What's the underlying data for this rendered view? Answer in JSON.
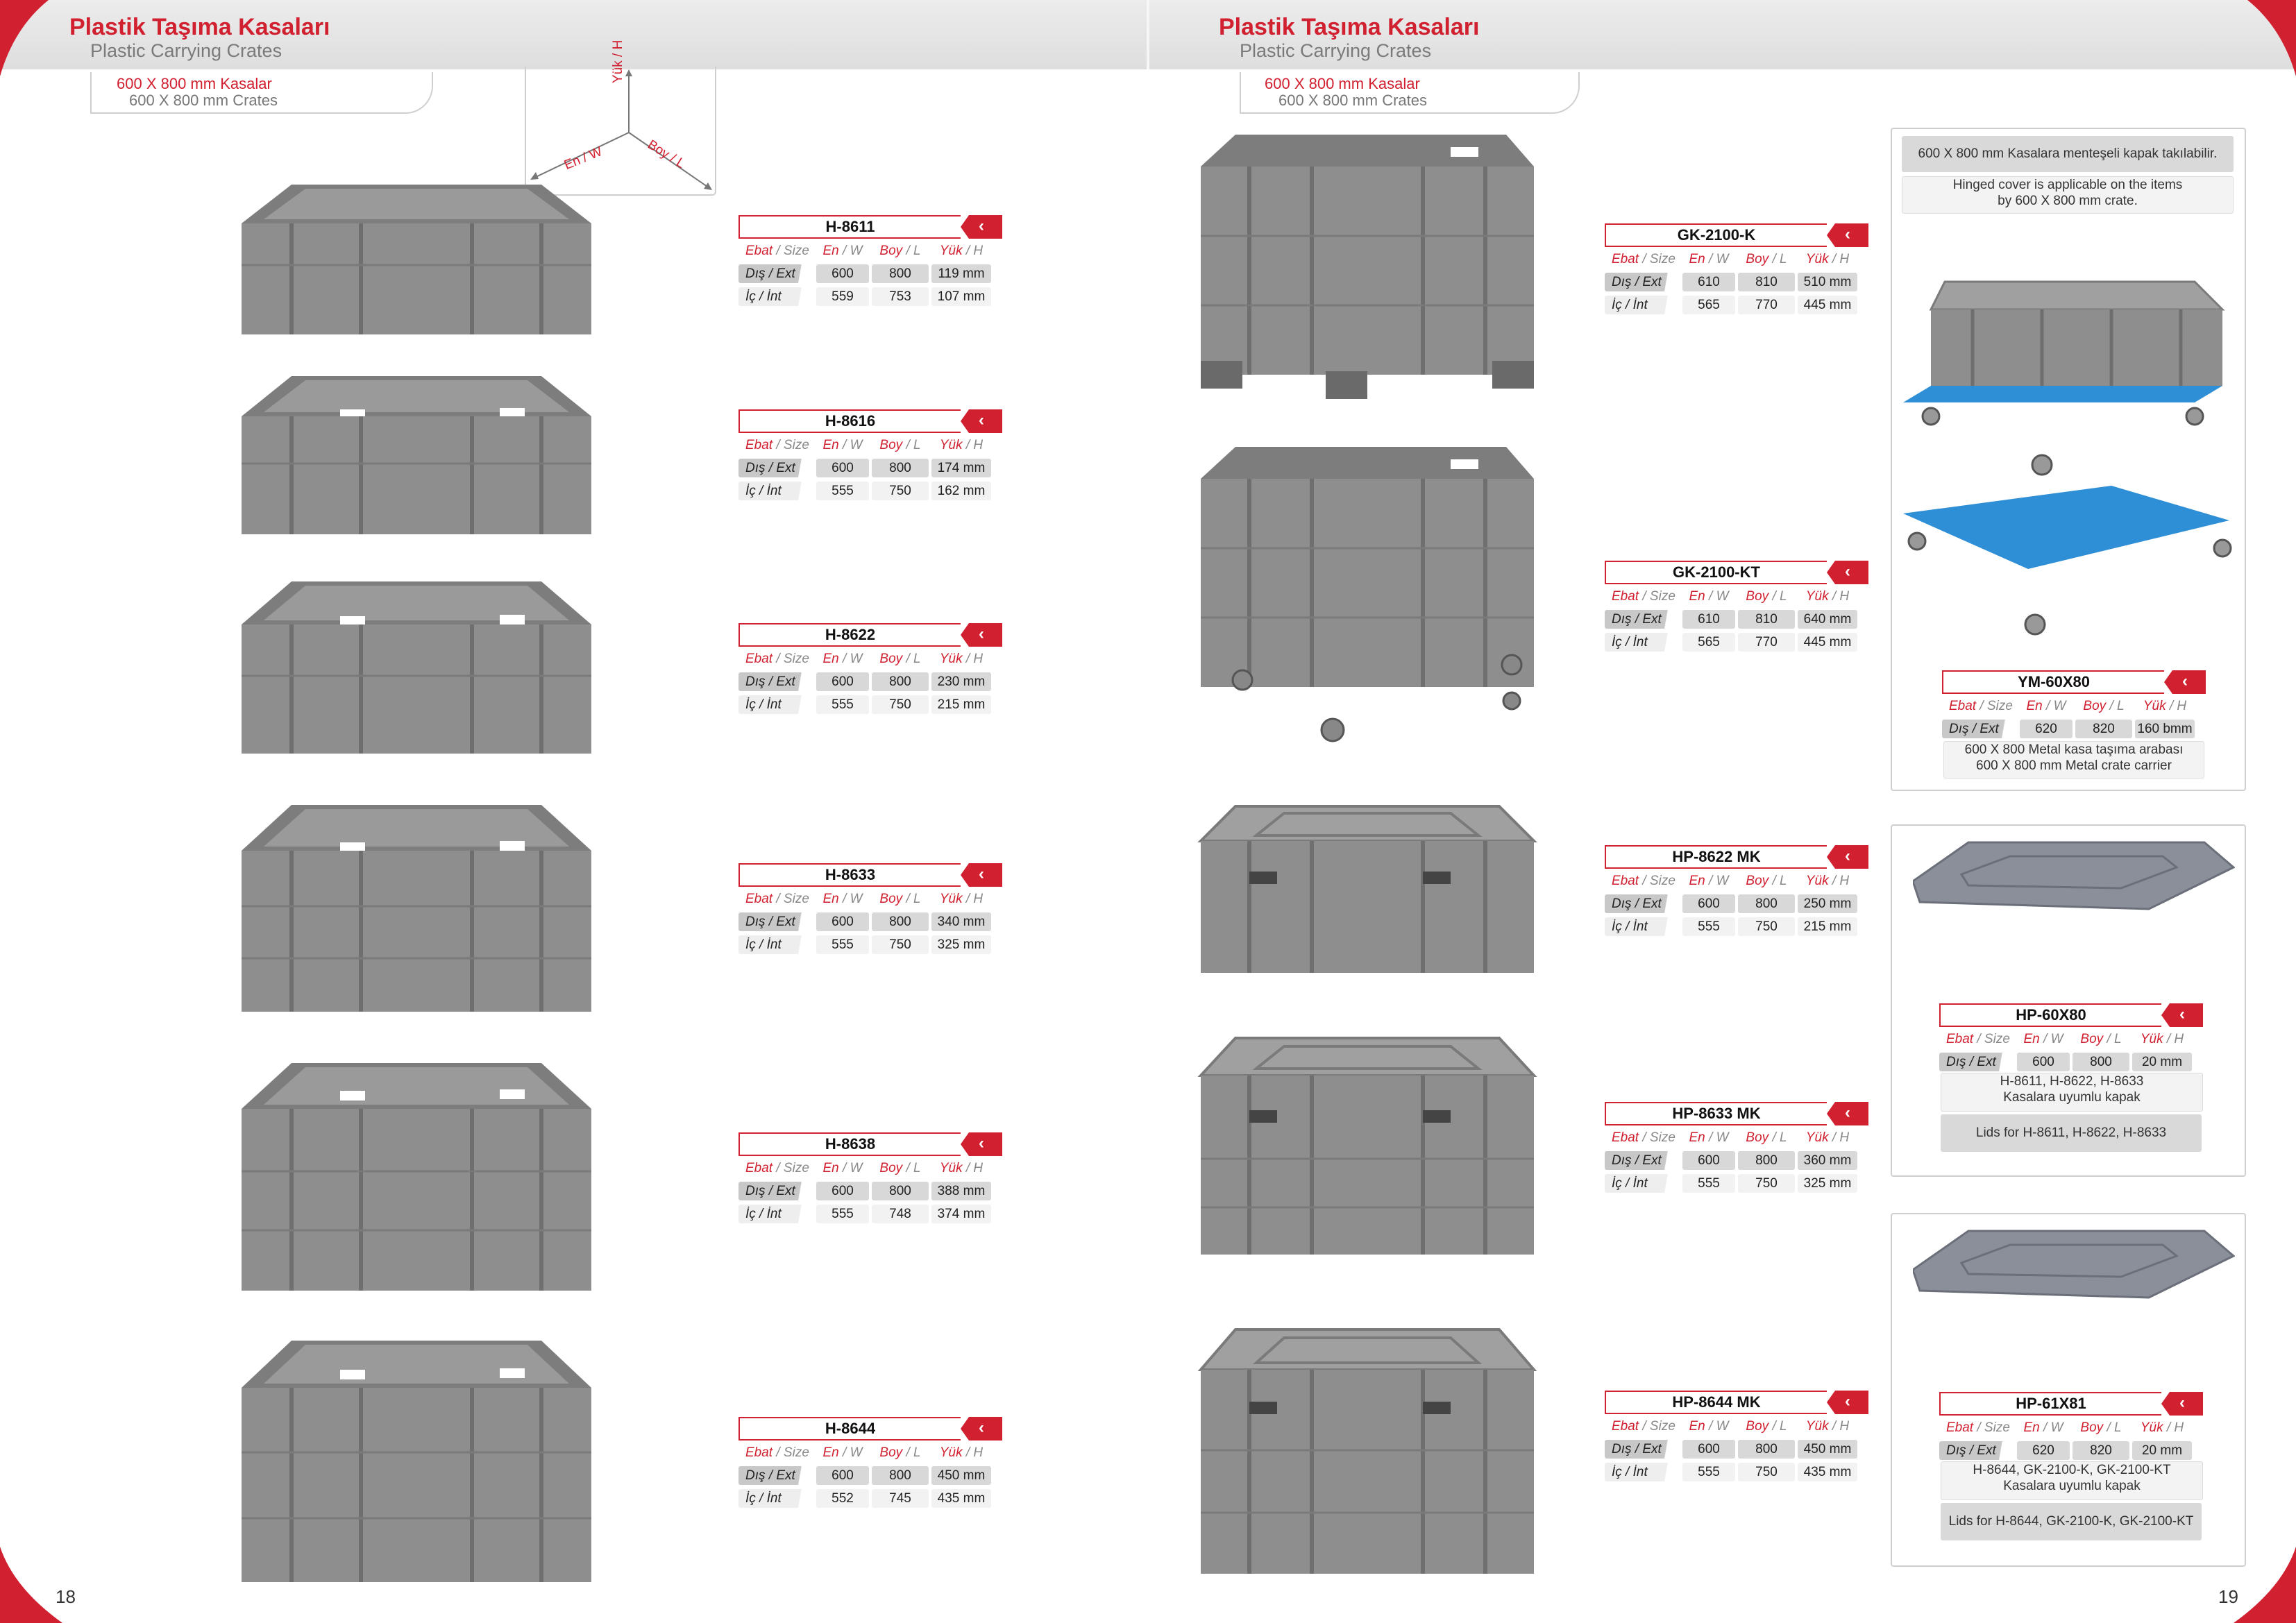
{
  "left_page": {
    "title": "Plastik Taşıma Kasaları",
    "subtitle": "Plastic Carrying Crates",
    "tab_tr": "600 X 800 mm Kasalar",
    "tab_en": "600 X 800 mm Crates",
    "page_number": "18",
    "axes": {
      "h": "Yük / H",
      "w": "En / W",
      "l": "Boy / L"
    }
  },
  "right_page": {
    "title": "Plastik Taşıma Kasaları",
    "subtitle": "Plastic Carrying Crates",
    "tab_tr": "600 X 800 mm Kasalar",
    "tab_en": "600 X 800 mm Crates",
    "page_number": "19"
  },
  "spec_header": {
    "size": "Ebat",
    "size_en": " / Size",
    "w": "En",
    "w_en": " / W",
    "l": "Boy",
    "l_en": " / L",
    "h": "Yük",
    "h_en": " / H"
  },
  "row_labels": {
    "ext": "Dış / Ext",
    "int": "İç / İnt"
  },
  "products": [
    {
      "name": "H-8611",
      "ext": [
        "600",
        "800",
        "119 mm"
      ],
      "int": [
        "559",
        "753",
        "107 mm"
      ]
    },
    {
      "name": "H-8616",
      "ext": [
        "600",
        "800",
        "174 mm"
      ],
      "int": [
        "555",
        "750",
        "162 mm"
      ]
    },
    {
      "name": "H-8622",
      "ext": [
        "600",
        "800",
        "230 mm"
      ],
      "int": [
        "555",
        "750",
        "215 mm"
      ]
    },
    {
      "name": "H-8633",
      "ext": [
        "600",
        "800",
        "340 mm"
      ],
      "int": [
        "555",
        "750",
        "325 mm"
      ]
    },
    {
      "name": "H-8638",
      "ext": [
        "600",
        "800",
        "388 mm"
      ],
      "int": [
        "555",
        "748",
        "374 mm"
      ]
    },
    {
      "name": "H-8644",
      "ext": [
        "600",
        "800",
        "450 mm"
      ],
      "int": [
        "552",
        "745",
        "435 mm"
      ]
    },
    {
      "name": "GK-2100-K",
      "ext": [
        "610",
        "810",
        "510 mm"
      ],
      "int": [
        "565",
        "770",
        "445 mm"
      ]
    },
    {
      "name": "GK-2100-KT",
      "ext": [
        "610",
        "810",
        "640 mm"
      ],
      "int": [
        "565",
        "770",
        "445 mm"
      ]
    },
    {
      "name": "HP-8622 MK",
      "ext": [
        "600",
        "800",
        "250 mm"
      ],
      "int": [
        "555",
        "750",
        "215 mm"
      ]
    },
    {
      "name": "HP-8633 MK",
      "ext": [
        "600",
        "800",
        "360 mm"
      ],
      "int": [
        "555",
        "750",
        "325 mm"
      ]
    },
    {
      "name": "HP-8644 MK",
      "ext": [
        "600",
        "800",
        "450 mm"
      ],
      "int": [
        "555",
        "750",
        "435 mm"
      ]
    }
  ],
  "accessories": [
    {
      "name": "YM-60X80",
      "ext": [
        "620",
        "820",
        "160 bmm"
      ],
      "note_top_grey": "600 X 800 mm Kasalara menteşeli kapak takılabilir.",
      "note_top_light": "Hinged cover is applicable on the items\nby 600 X 800 mm crate.",
      "note_tr": "600 X 800 Metal kasa taşıma arabası",
      "note_en": "600 X 800 mm Metal crate carrier"
    },
    {
      "name": "HP-60X80",
      "ext": [
        "600",
        "800",
        "20 mm"
      ],
      "note_tr": "H-8611, H-8622, H-8633\nKasalara uyumlu kapak",
      "note_en": "Lids for H-8611, H-8622, H-8633"
    },
    {
      "name": "HP-61X81",
      "ext": [
        "620",
        "820",
        "20 mm"
      ],
      "note_tr": "H-8644, GK-2100-K, GK-2100-KT\nKasalara uyumlu kapak",
      "note_en": "Lids for H-8644, GK-2100-K, GK-2100-KT"
    }
  ],
  "colors": {
    "accent": "#d1202f",
    "crate": "#8c8c8c",
    "dolly": "#2f8fd6"
  }
}
